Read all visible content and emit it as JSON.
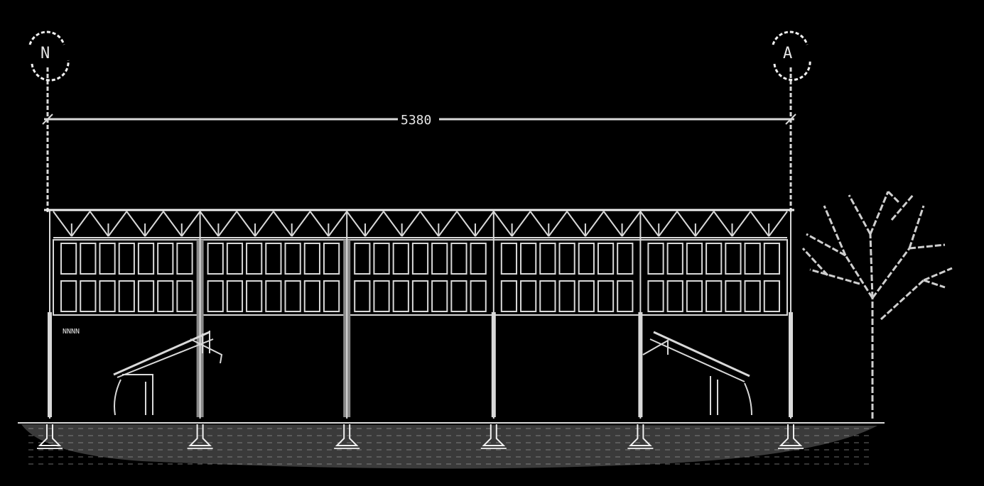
{
  "drawing": {
    "type": "elevation",
    "line_color": "#d9d9d9",
    "background": "#000000",
    "axis_left": {
      "label": "N"
    },
    "axis_right": {
      "label": "A"
    },
    "overall_dimension": {
      "label": "5380"
    },
    "level_note": {
      "label": "NNNN"
    },
    "bays": 5,
    "windows_per_bay": 7,
    "window_rows": 2,
    "icons": [
      "grid-axis-marker-icon",
      "tree-icon",
      "stair-ramp-icon",
      "footing-icon"
    ]
  }
}
